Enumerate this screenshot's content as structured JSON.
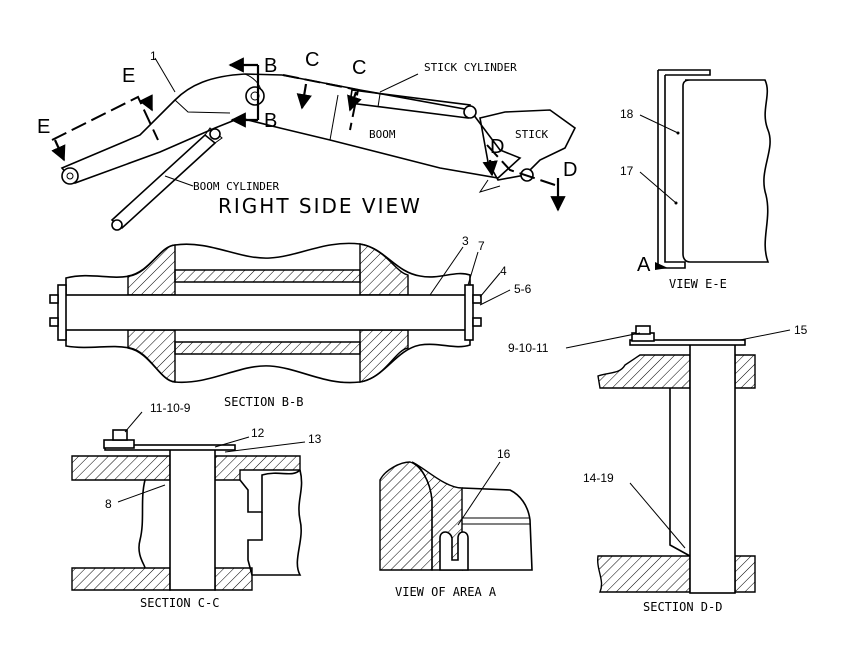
{
  "right_side_view": {
    "title": "RIGHT SIDE VIEW",
    "stick_cylinder": "STICK CYLINDER",
    "boom_cylinder": "BOOM CYLINDER",
    "boom": "BOOM",
    "stick": "STICK",
    "callout_1": "1",
    "section_e_left": "E",
    "section_e_right": "E",
    "section_b_top": "B",
    "section_b_bottom": "B",
    "section_c_left": "C",
    "section_c_right": "C",
    "section_d_left": "D",
    "section_d_right": "D"
  },
  "view_e": {
    "caption": "VIEW E-E",
    "callout_18": "18",
    "callout_17": "17",
    "area_a": "A"
  },
  "section_b": {
    "caption": "SECTION B-B",
    "callout_3": "3",
    "callout_7": "7",
    "callout_4": "4",
    "callout_5_6": "5-6"
  },
  "section_c": {
    "caption": "SECTION C-C",
    "callout_11_10_9": "11-10-9",
    "callout_12": "12",
    "callout_13": "13",
    "callout_8": "8"
  },
  "view_area_a": {
    "caption": "VIEW OF AREA A",
    "callout_16": "16"
  },
  "section_d": {
    "caption": "SECTION D-D",
    "callout_9_10_11": "9-10-11",
    "callout_15": "15",
    "callout_14_19": "14-19"
  }
}
